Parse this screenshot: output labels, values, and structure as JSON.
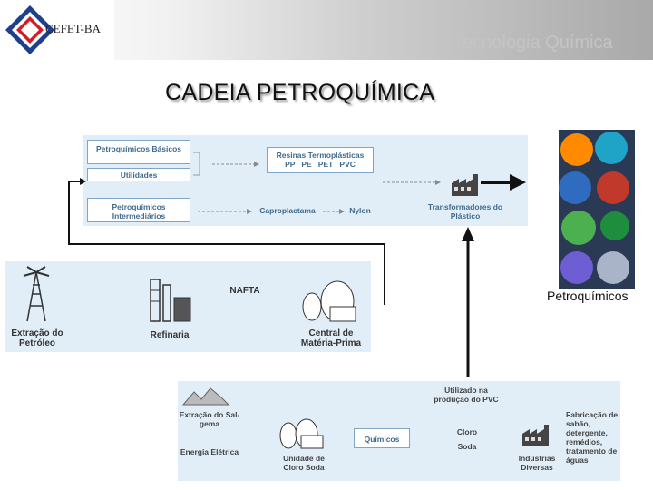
{
  "header": {
    "logo_text": "CEFET-BA",
    "tagline": "Tecnologia Química"
  },
  "title": "CADEIA PETROQUÍMICA",
  "top_panel": {
    "petroquimicos_basicos": "Petroquímicos Básicos",
    "utilidades": "Utilidades",
    "petroquimicos_intermediarios": "Petroquímicos Intermediários",
    "resinas": "Resinas Termoplásticas",
    "resinas_tipos": "PP   PE   PET   PVC",
    "caproplactama": "Caproplactama",
    "nylon": "Nylon",
    "transformadores": "Transformadores do Plástico"
  },
  "middle_panel": {
    "extracao_petroleo": "Extração do Petróleo",
    "nafta": "NAFTA",
    "refinaria": "Refinaria",
    "central_materia_prima": "Central de Matéria-Prima"
  },
  "bottom_panel": {
    "extracao_sal_gema": "Extração do Sal-gema",
    "energia_eletrica": "Energia Elétrica",
    "unidade_cloro_soda": "Unidade de Cloro Soda",
    "quimicos": "Químicos",
    "utilizado_pvc": "Utilizado na produção do PVC",
    "cloro": "Cloro",
    "soda": "Soda",
    "industrias_diversas": "Indústrias Diversas",
    "fabricacao": "Fabricação de sabão, detergente, remédios, tratamento de águas"
  },
  "photo_caption": "Petroquímicos",
  "colors": {
    "panel_bg": "#e2eef7",
    "label_blue": "#3f6b8f",
    "box_border": "#7fa6c6"
  }
}
